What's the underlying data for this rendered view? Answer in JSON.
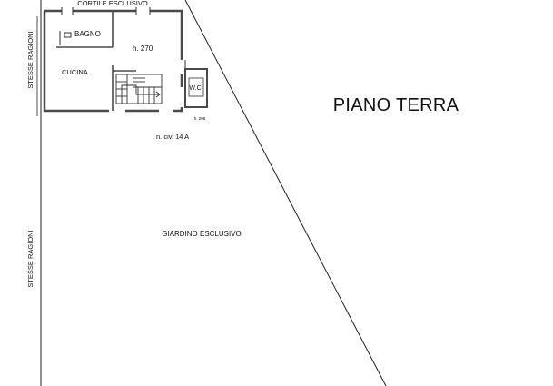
{
  "plan": {
    "floor_title": "PIANO TERRA",
    "courtyard_label": "CORTILE ESCLUSIVO",
    "garden_label": "GIARDINO ESCLUSIVO",
    "boundary_label": "STESSE RAGIONI",
    "rooms": {
      "bathroom": "BAGNO",
      "kitchen": "CUCINA",
      "wc": "W.C.",
      "height_note": "h. 270",
      "wc_height_note": "h. 205"
    },
    "civic_number": "n. civ. 14 A",
    "colors": {
      "line": "#222222",
      "wall": "#4a4a4a",
      "background": "#ffffff"
    }
  }
}
